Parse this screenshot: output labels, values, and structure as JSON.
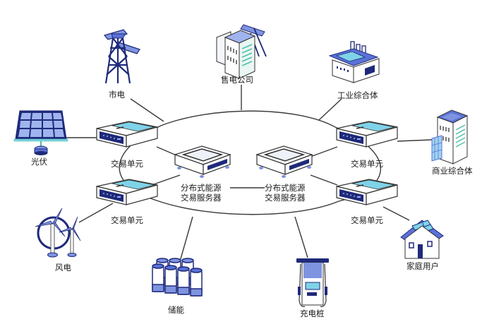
{
  "colors": {
    "line": "#3a3a3a",
    "navy": "#1f2a7a",
    "blue": "#5a72d8",
    "light_blue": "#9fb4ee",
    "cyan": "#7fd3e8",
    "teal": "#4fbfa8"
  },
  "nodes": {
    "city_grid": {
      "label": "市电",
      "icon": "transmission-tower-icon"
    },
    "power_company": {
      "label": "售电公司",
      "icon": "office-building-icon"
    },
    "industrial": {
      "label": "工业综合体",
      "icon": "factory-icon"
    },
    "solar": {
      "label": "光伏",
      "icon": "solar-panel-icon"
    },
    "commercial": {
      "label": "商业综合体",
      "icon": "commercial-building-icon"
    },
    "wind": {
      "label": "风电",
      "icon": "wind-turbine-icon"
    },
    "storage": {
      "label": "储能",
      "icon": "battery-storage-icon"
    },
    "charger": {
      "label": "充电桩",
      "icon": "ev-charger-icon"
    },
    "household": {
      "label": "家庭用户",
      "icon": "house-icon"
    }
  },
  "trade_units": [
    {
      "label": "交易单元",
      "icon": "trade-unit-device-icon"
    },
    {
      "label": "交易单元",
      "icon": "trade-unit-device-icon"
    },
    {
      "label": "交易单元",
      "icon": "trade-unit-device-icon"
    },
    {
      "label": "交易单元",
      "icon": "trade-unit-device-icon"
    }
  ],
  "servers": [
    {
      "line1": "分布式能源",
      "line2": "交易服务器",
      "icon": "server-icon"
    },
    {
      "line1": "分布式能源",
      "line2": "交易服务器",
      "icon": "server-icon"
    }
  ]
}
